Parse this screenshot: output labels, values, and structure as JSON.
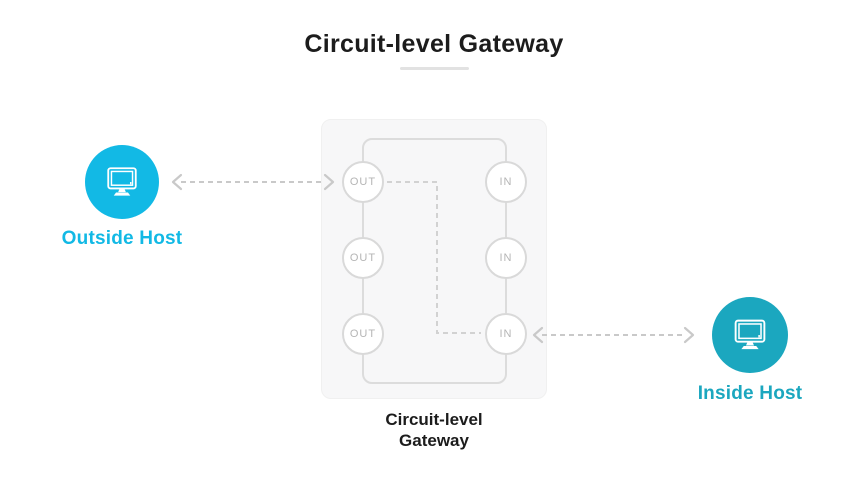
{
  "title": "Circuit-level Gateway",
  "colors": {
    "outside_host": "#12b9e5",
    "inside_host": "#1ba7bf",
    "connector_gray": "#c9c9c9",
    "port_text_gray": "#b5b5b5",
    "title_text": "#1c1c1c"
  },
  "outside_host": {
    "label": "Outside Host",
    "icon": "monitor-icon"
  },
  "inside_host": {
    "label": "Inside Host",
    "icon": "monitor-icon"
  },
  "gateway": {
    "caption": "Circuit-level\nGateway",
    "ports": {
      "out": [
        "OUT",
        "OUT",
        "OUT"
      ],
      "in": [
        "IN",
        "IN",
        "IN"
      ]
    }
  }
}
